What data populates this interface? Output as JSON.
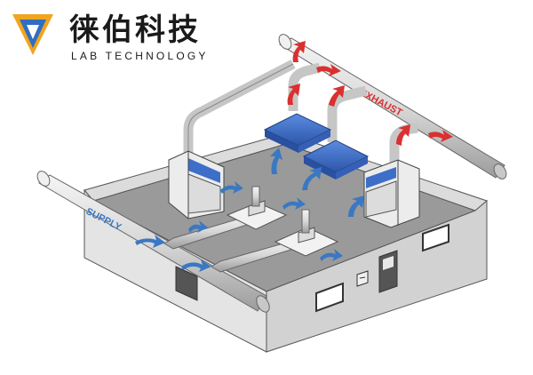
{
  "brand": {
    "name_cn": "徕伯科技",
    "name_en": "LAB TECHNOLOGY"
  },
  "diagram": {
    "supply_label": "SUPPLY",
    "exhaust_label": "EXHAUST"
  },
  "colors": {
    "air_arrow_blue": "#3a78c2",
    "exhaust_arrow_red": "#d93030",
    "hood_blue": "#3d6fc9",
    "floor_gray": "#9a9a9a",
    "wall_light": "#e2e2e2",
    "logo_orange": "#f0a51e",
    "logo_blue": "#2f6ec0"
  }
}
